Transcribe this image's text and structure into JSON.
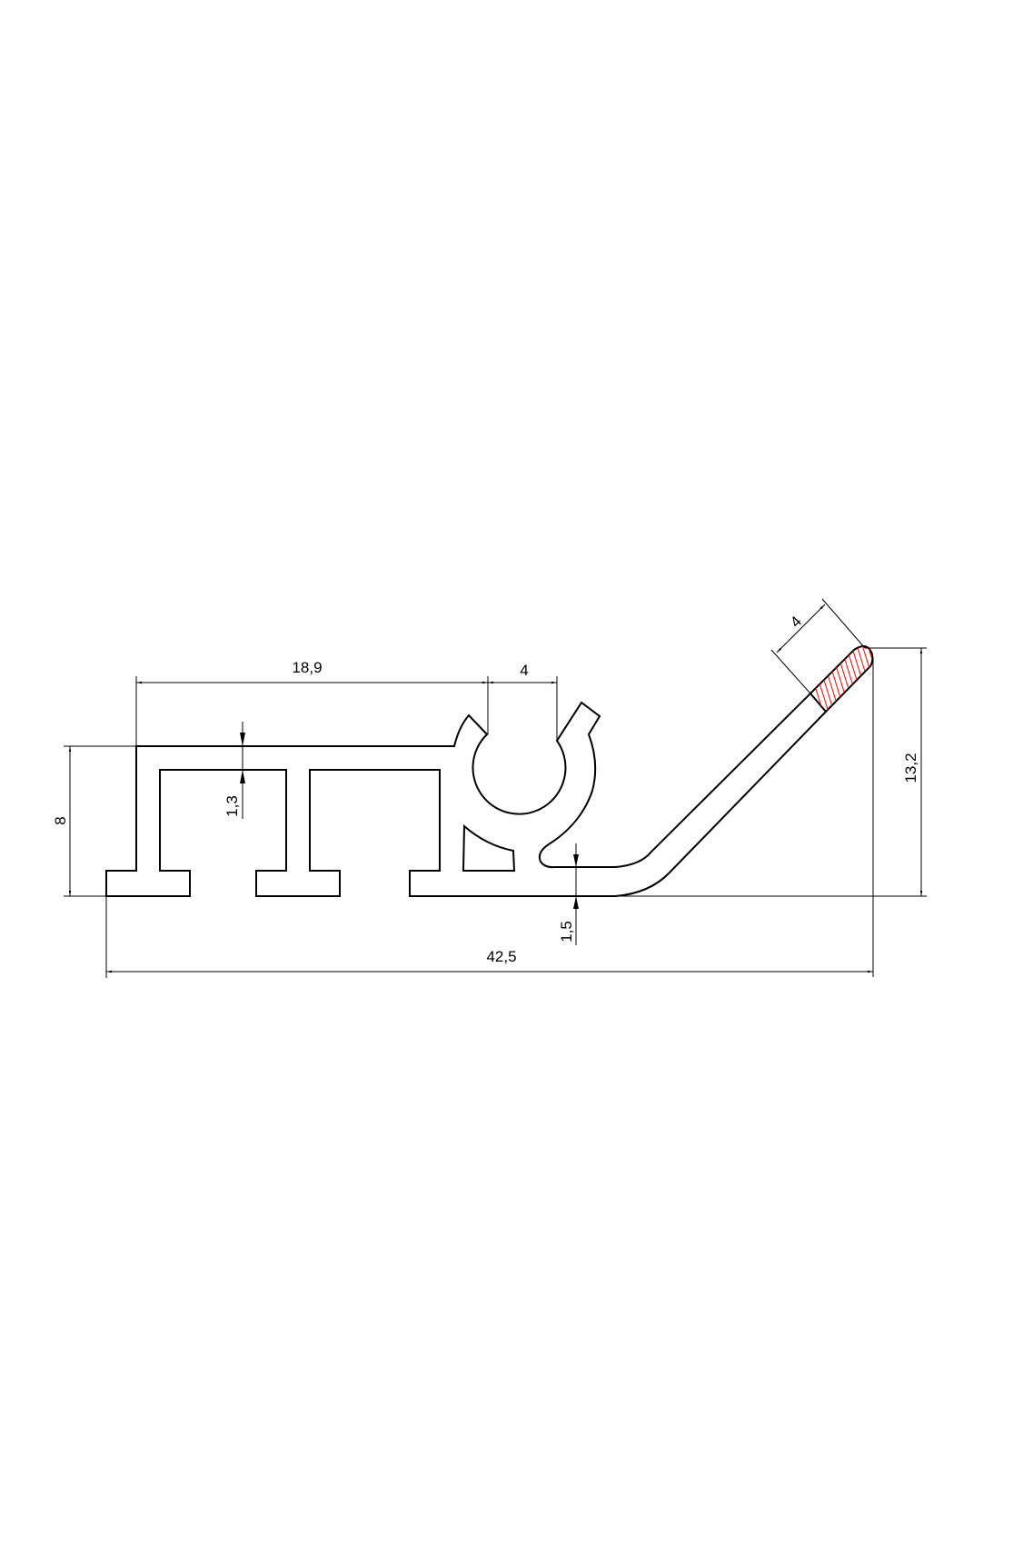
{
  "drawing": {
    "dimensions": {
      "top_length": "18,9",
      "slot_width": "4",
      "height": "8",
      "wall_thickness": "1,3",
      "base_thickness": "1,5",
      "total_length": "42,5",
      "total_height": "13,2",
      "tip_length": "4"
    },
    "colors": {
      "line": "#000000",
      "hatch": "#ff0000"
    }
  }
}
